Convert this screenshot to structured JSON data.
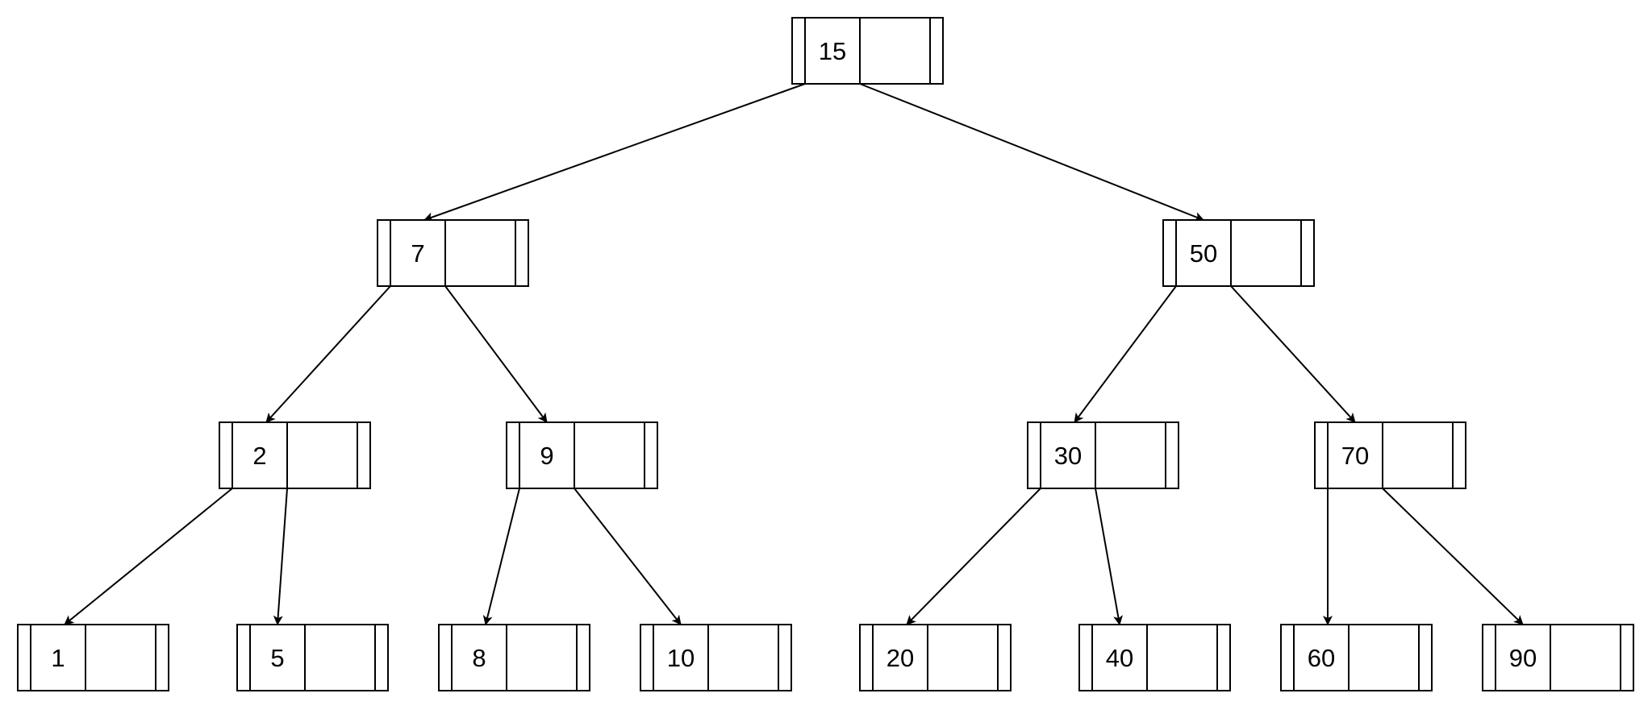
{
  "tree": {
    "nodes": [
      {
        "id": "n15",
        "label": "15"
      },
      {
        "id": "n7",
        "label": "7"
      },
      {
        "id": "n50",
        "label": "50"
      },
      {
        "id": "n2",
        "label": "2"
      },
      {
        "id": "n9",
        "label": "9"
      },
      {
        "id": "n30",
        "label": "30"
      },
      {
        "id": "n70",
        "label": "70"
      },
      {
        "id": "n1",
        "label": "1"
      },
      {
        "id": "n5",
        "label": "5"
      },
      {
        "id": "n8",
        "label": "8"
      },
      {
        "id": "n10",
        "label": "10"
      },
      {
        "id": "n20",
        "label": "20"
      },
      {
        "id": "n40",
        "label": "40"
      },
      {
        "id": "n60",
        "label": "60"
      },
      {
        "id": "n90",
        "label": "90"
      }
    ],
    "edges": [
      {
        "from": "n15",
        "to": "n7"
      },
      {
        "from": "n15",
        "to": "n50"
      },
      {
        "from": "n7",
        "to": "n2"
      },
      {
        "from": "n7",
        "to": "n9"
      },
      {
        "from": "n50",
        "to": "n30"
      },
      {
        "from": "n50",
        "to": "n70"
      },
      {
        "from": "n2",
        "to": "n1"
      },
      {
        "from": "n2",
        "to": "n5"
      },
      {
        "from": "n9",
        "to": "n8"
      },
      {
        "from": "n9",
        "to": "n10"
      },
      {
        "from": "n30",
        "to": "n20"
      },
      {
        "from": "n30",
        "to": "n40"
      },
      {
        "from": "n70",
        "to": "n60"
      },
      {
        "from": "n70",
        "to": "n90"
      }
    ]
  }
}
